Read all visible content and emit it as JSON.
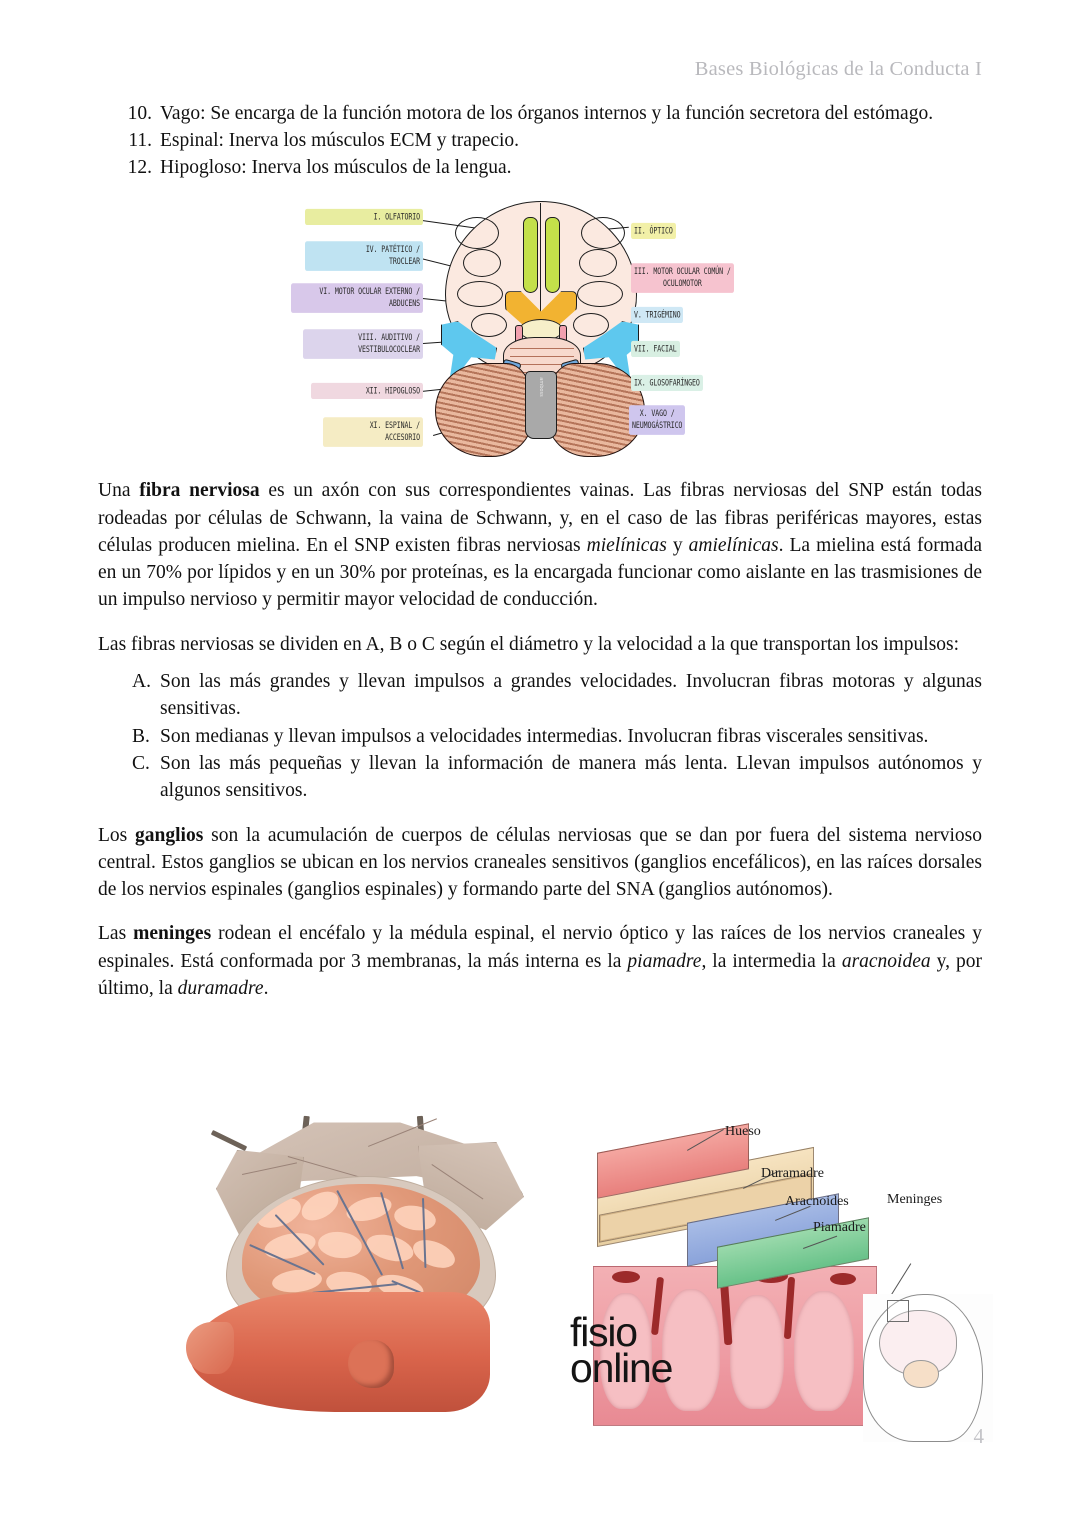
{
  "document": {
    "header": "Bases Biológicas de la Conducta I",
    "page_number": "4"
  },
  "numbered_list": [
    {
      "num": "10.",
      "text": "Vago: Se encarga de la función motora de los órganos internos y la función secretora del estómago."
    },
    {
      "num": "11.",
      "text": "Espinal: Inerva los músculos ECM y trapecio."
    },
    {
      "num": "12.",
      "text": "Hipogloso: Inerva los músculos de la lengua."
    }
  ],
  "figure_cranial_nerves": {
    "caption": "",
    "labels_left": [
      {
        "id": "nerve-1",
        "text": "I. OLFATORIO",
        "color": "#e8eda0"
      },
      {
        "id": "nerve-4",
        "text": "IV. PATÉTICO /\nTROCLEAR",
        "color": "#bfe3f2"
      },
      {
        "id": "nerve-6",
        "text": "VI. MOTOR OCULAR EXTERNO /\nABDUCENS",
        "color": "#d8c8ea"
      },
      {
        "id": "nerve-8",
        "text": "VIII. AUDITIVO /\nVESTIBULOCOCLEAR",
        "color": "#dcd4ec"
      },
      {
        "id": "nerve-12",
        "text": "XII. HIPOGLOSO",
        "color": "#f0d8e0"
      },
      {
        "id": "nerve-11",
        "text": "XI. ESPINAL /\nACCESORIO",
        "color": "#f5ecc4"
      }
    ],
    "labels_right": [
      {
        "id": "nerve-2",
        "text": "II. ÓPTICO",
        "color": "#f2f0a8"
      },
      {
        "id": "nerve-3",
        "text": "III. MOTOR OCULAR COMÚN /\nOCULOMOTOR",
        "color": "#f6c3cf"
      },
      {
        "id": "nerve-5",
        "text": "V. TRIGÉMINO",
        "color": "#cfe8f5"
      },
      {
        "id": "nerve-7",
        "text": "VII. FACIAL",
        "color": "#d8efe2"
      },
      {
        "id": "nerve-9",
        "text": "IX. GLOSOFARÍNGEO",
        "color": "#daf0e6"
      },
      {
        "id": "nerve-10",
        "text": "X. VAGO /\nNEUMOGÁSTRICO",
        "color": "#cfc6ee"
      }
    ],
    "watermark": "amboss"
  },
  "paragraphs": {
    "fibra_nerviosa": {
      "p1_a": "Una ",
      "p1_bold": "fibra nerviosa",
      "p1_b": " es un axón con sus correspondientes vainas. Las fibras nerviosas del SNP están todas rodeadas por células de Schwann, la vaina de Schwann, y, en el caso de las fibras periféricas mayores, estas células producen mielina. En el SNP existen fibras nerviosas ",
      "p1_it1": "mielínicas",
      "p1_c": " y ",
      "p1_it2": "amielínicas",
      "p1_d": ". La mielina está formada en un 70% por lípidos y en un 30% por proteínas, es la encargada funcionar como aislante en las trasmisiones de un impulso nervioso y permitir mayor velocidad de conducción."
    },
    "division": "Las fibras nerviosas se dividen en A, B o C según el diámetro y la velocidad a la que transportan los impulsos:",
    "ganglios": {
      "a": "Los ",
      "bold": "ganglios",
      "b": " son la acumulación de cuerpos de células nerviosas que se dan por fuera del sistema nervioso central. Estos ganglios se ubican en los nervios craneales sensitivos (ganglios encefálicos), en las raíces dorsales de los nervios espinales (ganglios espinales) y formando parte del SNA (ganglios autónomos)."
    },
    "meninges": {
      "a": "Las ",
      "bold": "meninges",
      "b": " rodean el encéfalo y la médula espinal, el nervio óptico y las raíces de los nervios craneales y espinales. Está conformada por 3 membranas, la más interna es la ",
      "it1": "piamadre",
      "c": ", la intermedia la ",
      "it2": "aracnoidea",
      "d": " y, por último, la ",
      "it3": "duramadre",
      "e": "."
    }
  },
  "alpha_list": [
    {
      "num": "A.",
      "text": "Son las más grandes y llevan impulsos a grandes velocidades. Involucran fibras motoras y algunas sensitivas."
    },
    {
      "num": "B.",
      "text": "Son medianas y llevan impulsos a velocidades intermedias. Involucran fibras viscerales sensitivas."
    },
    {
      "num": "C.",
      "text": "Son las más pequeñas y llevan la información de manera más lenta. Llevan impulsos autónomos y algunos sensitivos."
    }
  ],
  "figure_meninges": {
    "labels": [
      {
        "id": "hueso",
        "text": "Hueso"
      },
      {
        "id": "duramadre",
        "text": "Duramadre"
      },
      {
        "id": "aracnoides",
        "text": "Aracnoides"
      },
      {
        "id": "piamadre",
        "text": "Piamadre"
      },
      {
        "id": "meninges",
        "text": "Meninges"
      }
    ],
    "watermark_line1": "fisio",
    "watermark_line2": "online"
  }
}
